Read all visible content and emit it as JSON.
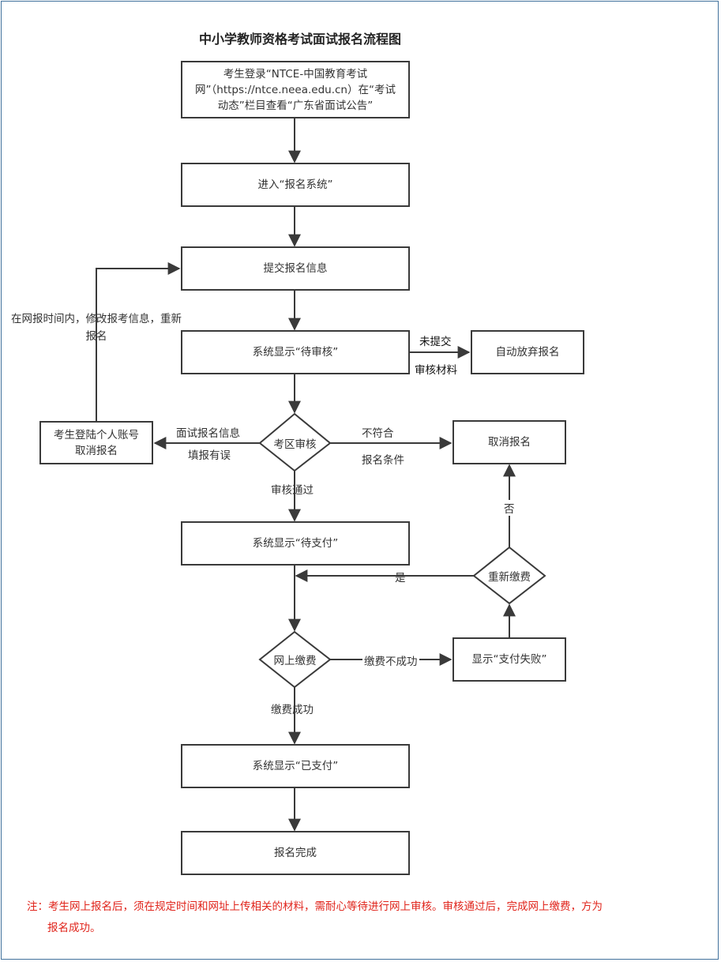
{
  "title": "中小学教师资格考试面试报名流程图",
  "nodes": {
    "login": "考生登录“NTCE-中国教育考试网”（https://ntce.neea.edu.cn）在“考试动态”栏目查看“广东省面试公告”",
    "enter_system": "进入“报名系统”",
    "submit_info": "提交报名信息",
    "pending_review": "系统显示“待审核”",
    "auto_abandon": "自动放弃报名",
    "district_review": "考区审核",
    "cancel_account": "考生登陆个人账号取消报名",
    "cancel_registration": "取消报名",
    "pending_payment": "系统显示“待支付”",
    "repay": "重新缴费",
    "online_payment": "网上缴费",
    "payment_failed": "显示“支付失败”",
    "paid": "系统显示“已支付”",
    "complete": "报名完成"
  },
  "edge_labels": {
    "modify_info": "在网报时间内，修改报考信息，重新报名",
    "not_submitted_1": "未提交",
    "not_submitted_2": "审核材料",
    "info_error_1": "面试报名信息",
    "info_error_2": "填报有误",
    "not_qualified_1": "不符合",
    "not_qualified_2": "报名条件",
    "review_passed": "审核通过",
    "no": "否",
    "yes": "是",
    "payment_unsuccessful": "缴费不成功",
    "payment_success": "缴费成功"
  },
  "note": {
    "line1": "注：考生网上报名后，须在规定时间和网址上传相关的材料，需耐心等待进行网上审核。审核通过后，完成网上缴费，方为",
    "line2": "报名成功。"
  },
  "colors": {
    "frame": "#41719c",
    "line": "#3a3a3a",
    "note": "#e0241b"
  }
}
